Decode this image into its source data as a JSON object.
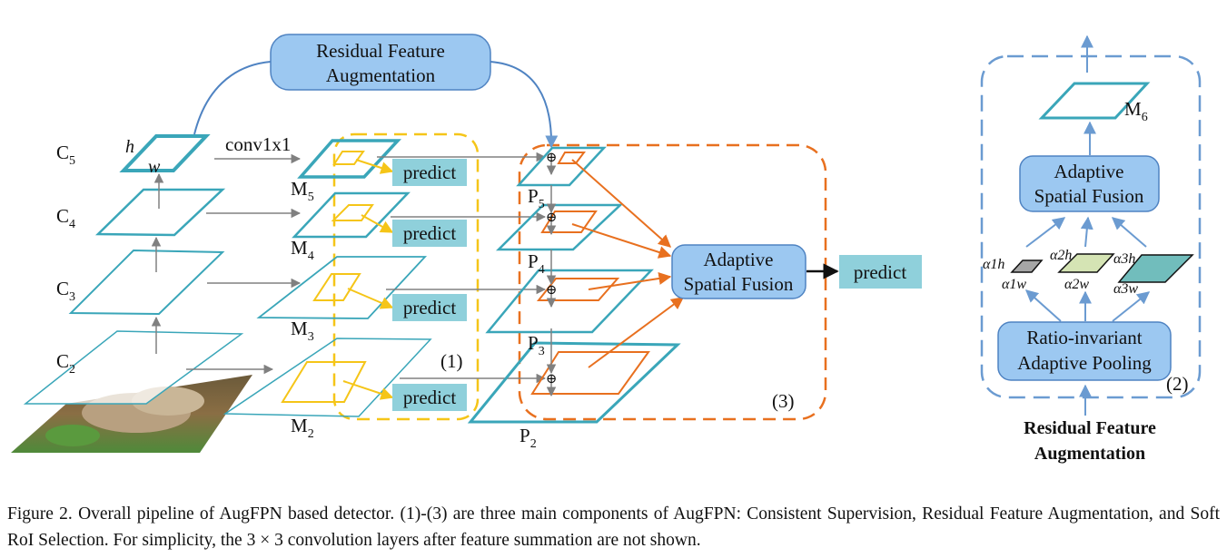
{
  "figure": {
    "rfa_box": [
      "Residual Feature",
      "Augmentation"
    ],
    "conv_label": "conv1x1",
    "h_label": "h",
    "w_label": "w",
    "c_levels": [
      {
        "base": "C",
        "sub": "5"
      },
      {
        "base": "C",
        "sub": "4"
      },
      {
        "base": "C",
        "sub": "3"
      },
      {
        "base": "C",
        "sub": "2"
      }
    ],
    "m_levels": [
      {
        "base": "M",
        "sub": "5"
      },
      {
        "base": "M",
        "sub": "4"
      },
      {
        "base": "M",
        "sub": "3"
      },
      {
        "base": "M",
        "sub": "2"
      }
    ],
    "p_levels": [
      {
        "base": "P",
        "sub": "5"
      },
      {
        "base": "P",
        "sub": "4"
      },
      {
        "base": "P",
        "sub": "3"
      },
      {
        "base": "P",
        "sub": "2"
      }
    ],
    "predict_label": "predict",
    "asf_box": [
      "Adaptive",
      "Spatial Fusion"
    ],
    "label_1": "(1)",
    "label_3": "(3)",
    "plus_symbol": "⊕"
  },
  "inset": {
    "m6": {
      "base": "M",
      "sub": "6"
    },
    "asf_box": [
      "Adaptive",
      "Spatial Fusion"
    ],
    "ratio_box": [
      "Ratio-invariant",
      "Adaptive Pooling"
    ],
    "label_2": "(2)",
    "pooled_maps": [
      {
        "h": "α1h",
        "w": "α1w",
        "fill": "#a6a6a6"
      },
      {
        "h": "α2h",
        "w": "α2w",
        "fill": "#d5e4b4"
      },
      {
        "h": "α3h",
        "w": "α3w",
        "fill": "#71bdbc"
      }
    ],
    "bottom_label": [
      "Residual Feature",
      "Augmentation"
    ]
  },
  "colors": {
    "teal": "#3aa6b9",
    "yellow": "#f5c518",
    "orange": "#e8701f",
    "box_fill": "#9cc8f1",
    "box_stroke": "#4f83c2",
    "predict_fill": "#8fd0db",
    "inset_dash": "#6b9bd1",
    "arrow_gray": "#808080"
  },
  "caption": "Figure 2. Overall pipeline of AugFPN based detector. (1)-(3) are three main components of AugFPN: Consistent Supervision, Residual Feature Augmentation, and Soft RoI Selection. For simplicity, the 3 × 3 convolution layers after feature summation are not shown."
}
